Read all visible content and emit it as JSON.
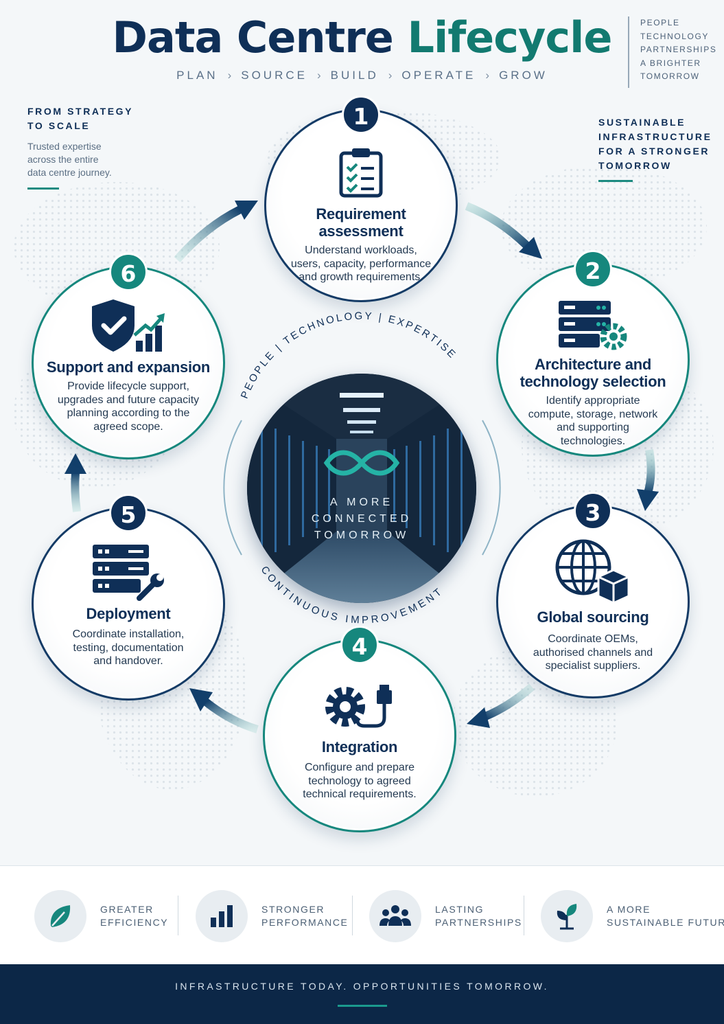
{
  "header": {
    "title_part1": "Data Centre",
    "title_part2": "Lifecycle",
    "steps": [
      "PLAN",
      "SOURCE",
      "BUILD",
      "OPERATE",
      "GROW"
    ],
    "step_separator": "›"
  },
  "top_right": {
    "lines": [
      "PEOPLE",
      "TECHNOLOGY",
      "PARTNERSHIPS",
      "A BRIGHTER",
      "TOMORROW"
    ]
  },
  "left_note": {
    "kicker_line1": "FROM STRATEGY",
    "kicker_line2": "TO SCALE",
    "text_line1": "Trusted expertise",
    "text_line2": "across the entire",
    "text_line3": "data centre journey."
  },
  "right_note": {
    "lines": [
      "SUSTAINABLE",
      "INFRASTRUCTURE",
      "FOR A STRONGER",
      "TOMORROW"
    ]
  },
  "center": {
    "ring_top": [
      "PEOPLE",
      "|",
      "TECHNOLOGY",
      "|",
      "EXPERTISE"
    ],
    "ring_bottom": "CONTINUOUS IMPROVEMENT",
    "line1": "A MORE",
    "line2": "CONNECTED",
    "line3": "TOMORROW"
  },
  "stages": [
    {
      "number": "1",
      "title_line1": "Requirement",
      "title_line2": "assessment",
      "desc_line1": "Understand workloads,",
      "desc_line2": "users, capacity, performance",
      "desc_line3": "and growth requirements.",
      "icon": "clipboard-checklist-icon"
    },
    {
      "number": "2",
      "title_line1": "Architecture and",
      "title_line2": "technology selection",
      "desc_line1": "Identify appropriate",
      "desc_line2": "compute, storage, network",
      "desc_line3": "and supporting",
      "desc_line4": "technologies.",
      "icon": "server-gear-icon"
    },
    {
      "number": "3",
      "title_line1": "Global sourcing",
      "desc_line1": "Coordinate OEMs,",
      "desc_line2": "authorised channels and",
      "desc_line3": "specialist suppliers.",
      "icon": "globe-box-icon"
    },
    {
      "number": "4",
      "title_line1": "Integration",
      "desc_line1": "Configure and prepare",
      "desc_line2": "technology to agreed",
      "desc_line3": "technical requirements.",
      "icon": "gear-cable-icon"
    },
    {
      "number": "5",
      "title_line1": "Deployment",
      "desc_line1": "Coordinate installation,",
      "desc_line2": "testing, documentation",
      "desc_line3": "and handover.",
      "icon": "server-wrench-icon"
    },
    {
      "number": "6",
      "title_line1": "Support and expansion",
      "desc_line1": "Provide lifecycle support,",
      "desc_line2": "upgrades and future capacity",
      "desc_line3": "planning according to the",
      "desc_line4": "agreed scope.",
      "icon": "shield-growth-icon"
    }
  ],
  "benefits": [
    {
      "line1": "GREATER",
      "line2": "EFFICIENCY",
      "icon": "leaf-icon"
    },
    {
      "line1": "STRONGER",
      "line2": "PERFORMANCE",
      "icon": "bar-chart-icon"
    },
    {
      "line1": "LASTING",
      "line2": "PARTNERSHIPS",
      "icon": "people-group-icon"
    },
    {
      "line1": "A MORE",
      "line2": "SUSTAINABLE FUTURE",
      "icon": "sprout-icon"
    }
  ],
  "footer": {
    "tagline": "INFRASTRUCTURE TODAY. OPPORTUNITIES TOMORROW."
  },
  "colors": {
    "navy": "#0f2f57",
    "teal": "#16877d",
    "footer_bg": "#0c2747"
  }
}
